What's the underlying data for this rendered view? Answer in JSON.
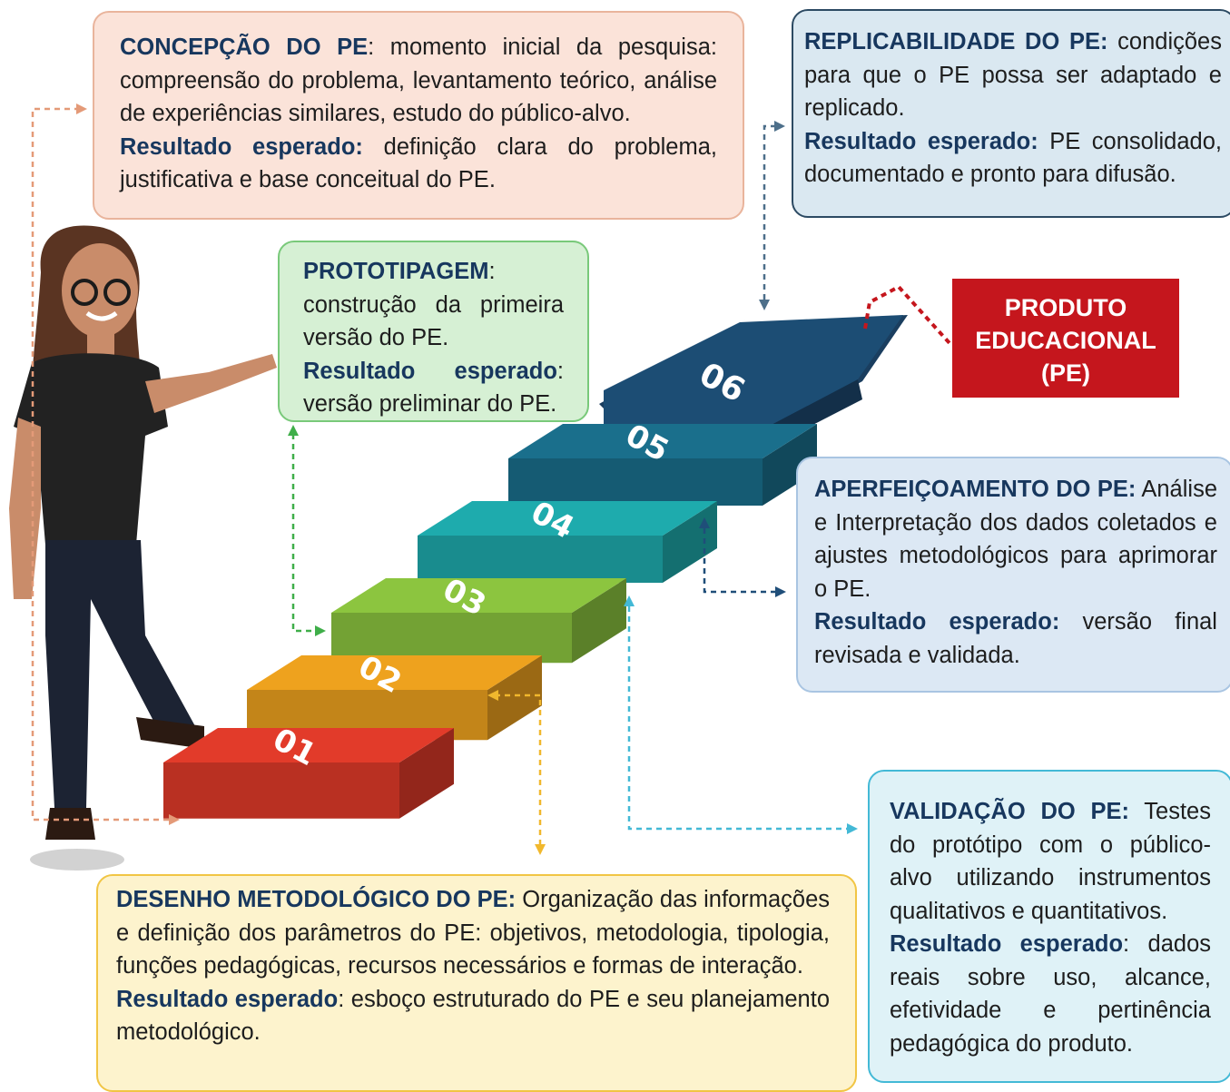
{
  "steps": [
    {
      "number": "01",
      "color": "#e23b2a"
    },
    {
      "number": "02",
      "color": "#eea21e"
    },
    {
      "number": "03",
      "color": "#8cc53f"
    },
    {
      "number": "04",
      "color": "#1eabad"
    },
    {
      "number": "05",
      "color": "#1a6f8c"
    },
    {
      "number": "06",
      "color": "#1c4d74"
    }
  ],
  "product": {
    "line1": "PRODUTO",
    "line2": "EDUCACIONAL",
    "line3": "(PE)"
  },
  "concepcao": {
    "title": "CONCEPÇÃO DO PE",
    "text": ": momento inicial da pesquisa: compreensão do problema, levantamento teórico, análise de experiências similares, estudo do público-alvo.",
    "result_label": "Resultado esperado:",
    "result_text": " definição clara do problema, justificativa e base conceitual do PE."
  },
  "prototipagem": {
    "title": "PROTOTIPAGEM",
    "text": ": construção da primeira versão do PE.",
    "result_label": "Resultado esperado",
    "result_text": ": versão preliminar do PE."
  },
  "replicabilidade": {
    "title": "REPLICABILIDADE DO PE:",
    "text": " condições para que o PE possa ser adaptado e replicado.",
    "result_label": "Resultado esperado:",
    "result_text": " PE consolidado, documentado e pronto para difusão."
  },
  "aperfeicoamento": {
    "title": "APERFEIÇOAMENTO DO PE:",
    "text": " Análise e Interpretação dos dados coletados e ajustes metodológicos para aprimorar o PE.",
    "result_label": "Resultado esperado:",
    "result_text": " versão final revisada e validada."
  },
  "validacao": {
    "title": "VALIDAÇÃO DO PE:",
    "text": " Testes do protótipo com o público-alvo utilizando instrumentos qualitativos e quantitativos.",
    "result_label": "Resultado esperado",
    "result_text": ": dados reais sobre uso, alcance, efetividade e pertinência pedagógica do produto."
  },
  "desenho": {
    "title": "DESENHO METODOLÓGICO DO PE:",
    "text": " Organização das informações e definição dos parâmetros do PE: objetivos, metodologia, tipologia, funções pedagógicas, recursos necessários e formas de interação.",
    "result_label": "Resultado esperado",
    "result_text": ": esboço estruturado do PE e seu planejamento metodológico."
  },
  "colors": {
    "concepcao": "#e49a78",
    "prototipagem": "#3fae49",
    "replicabilidade": "#2c4a63",
    "aperfeicoamento": "#1f4e79",
    "validacao": "#43b9d6",
    "desenho": "#f1b82d",
    "product": "#c5161d"
  }
}
